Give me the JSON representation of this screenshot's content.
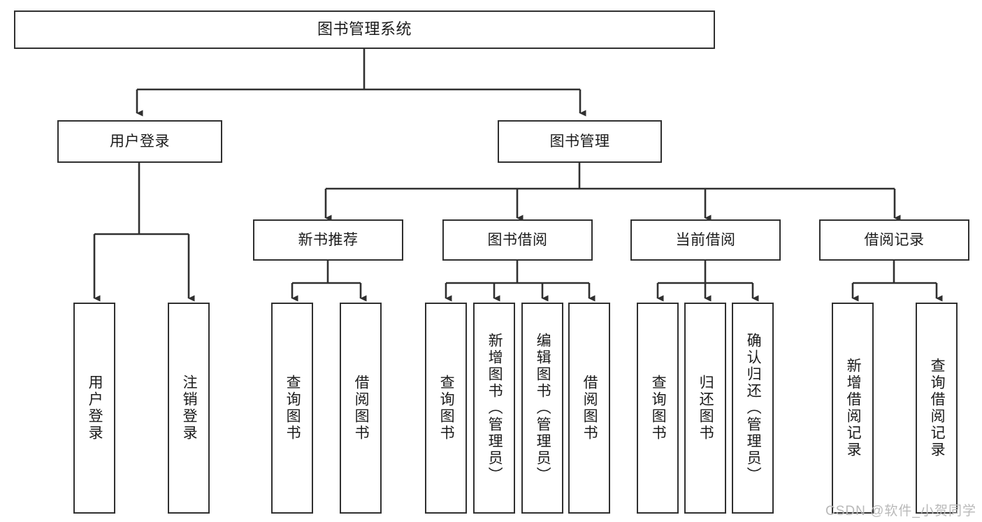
{
  "diagram": {
    "title": "图书管理系统",
    "type": "tree-hierarchy",
    "root": {
      "label": "图书管理系统"
    },
    "level2": [
      {
        "label": "用户登录"
      },
      {
        "label": "图书管理"
      }
    ],
    "level3": [
      {
        "label": "新书推荐",
        "parent": "图书管理"
      },
      {
        "label": "图书借阅",
        "parent": "图书管理"
      },
      {
        "label": "当前借阅",
        "parent": "图书管理"
      },
      {
        "label": "借阅记录",
        "parent": "图书管理"
      }
    ],
    "leaves": [
      {
        "label": "用户登录",
        "parent": "用户登录"
      },
      {
        "label": "注销登录",
        "parent": "用户登录"
      },
      {
        "label": "查询图书",
        "parent": "新书推荐"
      },
      {
        "label": "借阅图书",
        "parent": "新书推荐"
      },
      {
        "label": "查询图书",
        "parent": "图书借阅"
      },
      {
        "label": "新增图书（管理员）",
        "parent": "图书借阅"
      },
      {
        "label": "编辑图书（管理员）",
        "parent": "图书借阅"
      },
      {
        "label": "借阅图书",
        "parent": "图书借阅"
      },
      {
        "label": "查询图书",
        "parent": "当前借阅"
      },
      {
        "label": "归还图书",
        "parent": "当前借阅"
      },
      {
        "label": "确认归还（管理员）",
        "parent": "当前借阅"
      },
      {
        "label": "新增借阅记录",
        "parent": "借阅记录"
      },
      {
        "label": "查询借阅记录",
        "parent": "借阅记录"
      }
    ]
  },
  "watermark": {
    "text": "CSDN @软件_小贺同学"
  },
  "colors": {
    "stroke": "#303030",
    "background": "#ffffff",
    "text": "#1b1b1b",
    "watermark": "#b9b9b9"
  }
}
